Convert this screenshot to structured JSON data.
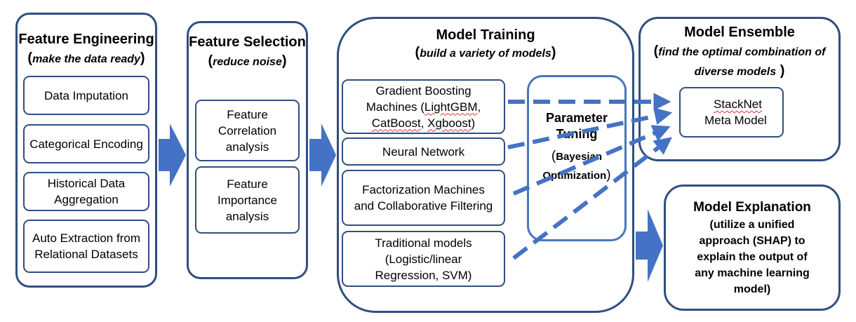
{
  "feature_engineering": {
    "title": "Feature Engineering",
    "subtitle_open": "(",
    "subtitle": "make the data ready",
    "subtitle_close": ")",
    "items": [
      "Data Imputation",
      "Categorical Encoding",
      "Historical Data Aggregation",
      "Auto Extraction from Relational Datasets"
    ]
  },
  "feature_selection": {
    "title": "Feature Selection",
    "subtitle_open": "(",
    "subtitle": "reduce noise",
    "subtitle_close": ")",
    "items": [
      "Feature Correlation analysis",
      "Feature Importance analysis"
    ]
  },
  "model_training": {
    "title": "Model Training",
    "subtitle_open": "(",
    "subtitle": "build a variety of models",
    "subtitle_close": ")",
    "gbm_line1": "Gradient Boosting",
    "gbm_line2_a": "Machines (",
    "gbm_line2_b": "LightGBM",
    "gbm_line2_c": ",",
    "gbm_line3_a": "CatBoost",
    "gbm_line3_b": ", ",
    "gbm_line3_c": "Xgboost",
    "gbm_line3_d": ")",
    "neural_network": "Neural Network",
    "factorization": "Factorization Machines and Collaborative Filtering",
    "traditional": "Traditional models (Logistic/linear Regression, SVM)"
  },
  "parameter_tuning": {
    "title_line1": "Parameter",
    "title_line2": "Tuning",
    "detail_open": "(",
    "detail_line1": "Bayesian",
    "detail_line2": "Optimization",
    "detail_close": ")"
  },
  "model_ensemble": {
    "title": "Model Ensemble",
    "subtitle_open": "(",
    "subtitle_line1": "find the optimal combination of",
    "subtitle_line2": "diverse models",
    "subtitle_close": " )",
    "stacknet": "StackNet",
    "meta_model": "Meta Model"
  },
  "model_explanation": {
    "title": "Model Explanation",
    "description_lines": [
      "(utilize a unified",
      "approach (SHAP) to",
      "explain the output of",
      "any machine learning",
      "model)"
    ]
  },
  "colors": {
    "border": "#2f4f7f",
    "arrow": "#4472c4",
    "tuning_border": "#4a76b8"
  }
}
